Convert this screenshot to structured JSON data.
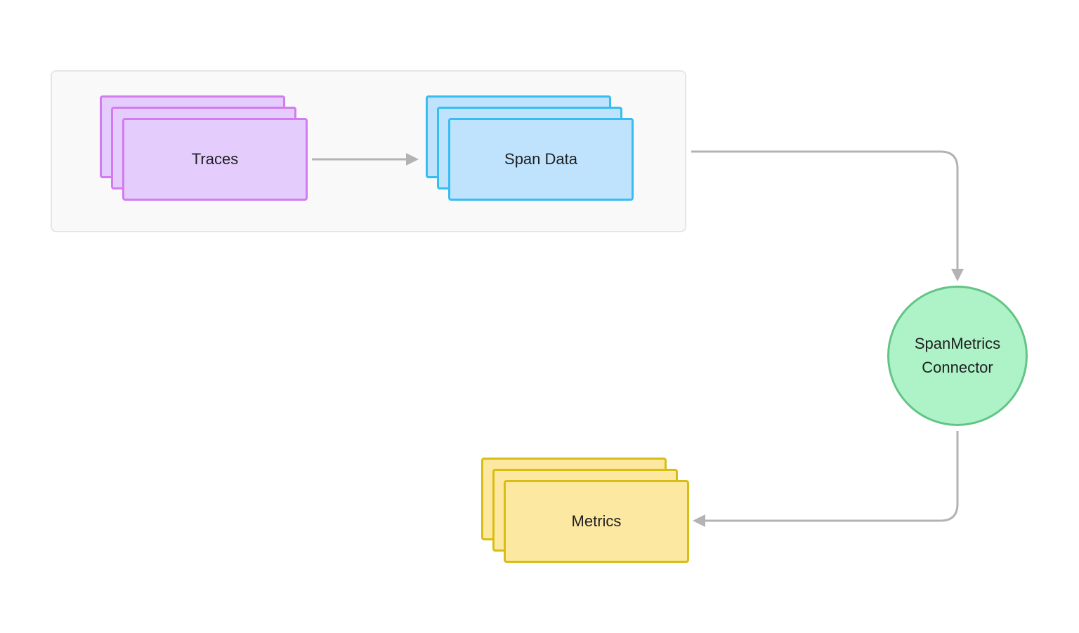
{
  "nodes": {
    "traces": {
      "label": "Traces"
    },
    "span_data": {
      "label": "Span Data"
    },
    "connector": {
      "line1": "SpanMetrics",
      "line2": "Connector"
    },
    "metrics": {
      "label": "Metrics"
    }
  },
  "colors": {
    "traces_fill": "#e4ccfd",
    "traces_border": "#d27cf0",
    "span_fill": "#bfe3fd",
    "span_border": "#36bdf1",
    "connector_fill": "#aef2c7",
    "connector_border": "#63c486",
    "metrics_fill": "#fde8a1",
    "metrics_border": "#d8bd12",
    "edge": "#b3b3b3",
    "group_fill": "#f9f9f9"
  }
}
